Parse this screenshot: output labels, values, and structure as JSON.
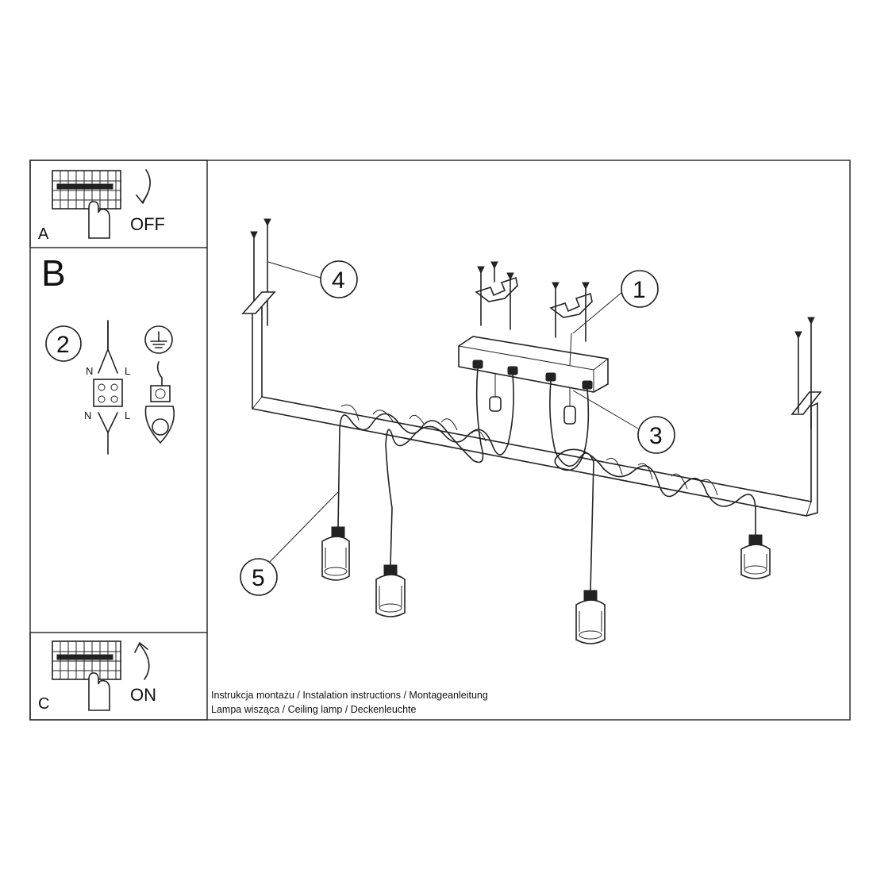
{
  "steps": {
    "a": {
      "letter": "A",
      "switch_label": "OFF"
    },
    "b": {
      "letter": "B",
      "wire_n_top": "N",
      "wire_l_top": "L",
      "wire_n_bottom": "N",
      "wire_l_bottom": "L",
      "step_number": "2"
    },
    "c": {
      "letter": "C",
      "switch_label": "ON"
    }
  },
  "callouts": [
    "1",
    "2",
    "3",
    "4",
    "5"
  ],
  "footer": {
    "line1": "Instrukcja montażu / Instalation instructions / Montageanleitung",
    "line2": "Lampa wisząca / Ceiling lamp / Deckenleuchte"
  },
  "icons": [
    "breaker-panel-icon",
    "hand-icon",
    "arrow-off-icon",
    "arrow-on-icon",
    "ground-symbol-icon",
    "terminal-block-icon",
    "screw-icon"
  ]
}
